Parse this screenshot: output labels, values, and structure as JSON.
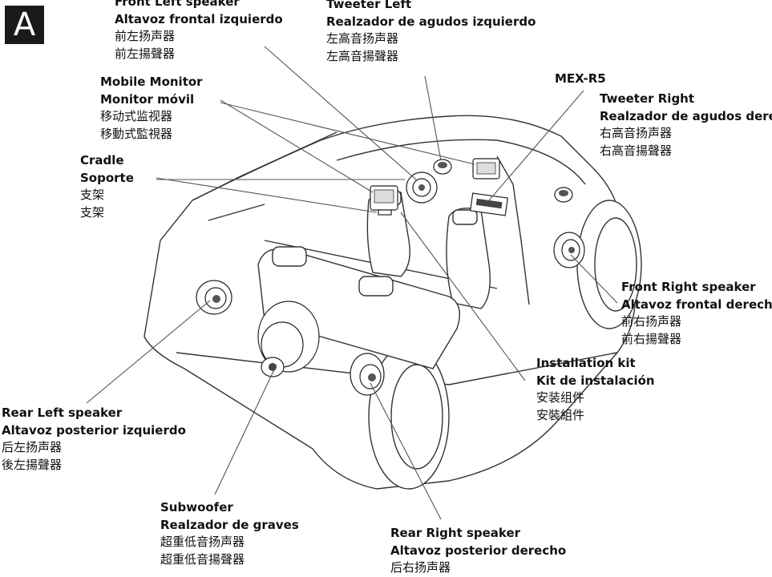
{
  "figure_label": "A",
  "labels": {
    "front_left": {
      "en": "Front Left speaker",
      "es": "Altavoz frontal  izquierdo",
      "zh": "前左扬声器",
      "tw": "前左揚聲器"
    },
    "tweeter_left": {
      "en": "Tweeter Left",
      "es": "Realzador de agudos izquierdo",
      "zh": "左高音扬声器",
      "tw": "左高音揚聲器"
    },
    "mobile_monitor": {
      "en": "Mobile Monitor",
      "es": "Monitor móvil",
      "zh": "移动式监视器",
      "tw": "移動式監視器"
    },
    "mex": {
      "en": "MEX-R5"
    },
    "tweeter_right": {
      "en": "Tweeter Right",
      "es": "Realzador de agudos derecho",
      "zh": "右高音扬声器",
      "tw": "右高音揚聲器"
    },
    "cradle": {
      "en": "Cradle",
      "es": "Soporte",
      "zh": "支架",
      "tw": "支架"
    },
    "front_right": {
      "en": "Front Right speaker",
      "es": "Altavoz frontal derecho",
      "zh": "前右扬声器",
      "tw": "前右揚聲器"
    },
    "install_kit": {
      "en": "Installation kit",
      "es": "Kit de instalación",
      "zh": "安装组件",
      "tw": "安裝組件"
    },
    "rear_left": {
      "en": "Rear Left speaker",
      "es": "Altavoz posterior izquierdo",
      "zh": "后左扬声器",
      "tw": "後左揚聲器"
    },
    "subwoofer": {
      "en": "Subwoofer",
      "es": "Realzador de graves",
      "zh": "超重低音扬声器",
      "tw": "超重低音揚聲器"
    },
    "rear_right": {
      "en": "Rear Right speaker",
      "es": "Altavoz posterior derecho",
      "zh": "后右扬声器"
    }
  }
}
